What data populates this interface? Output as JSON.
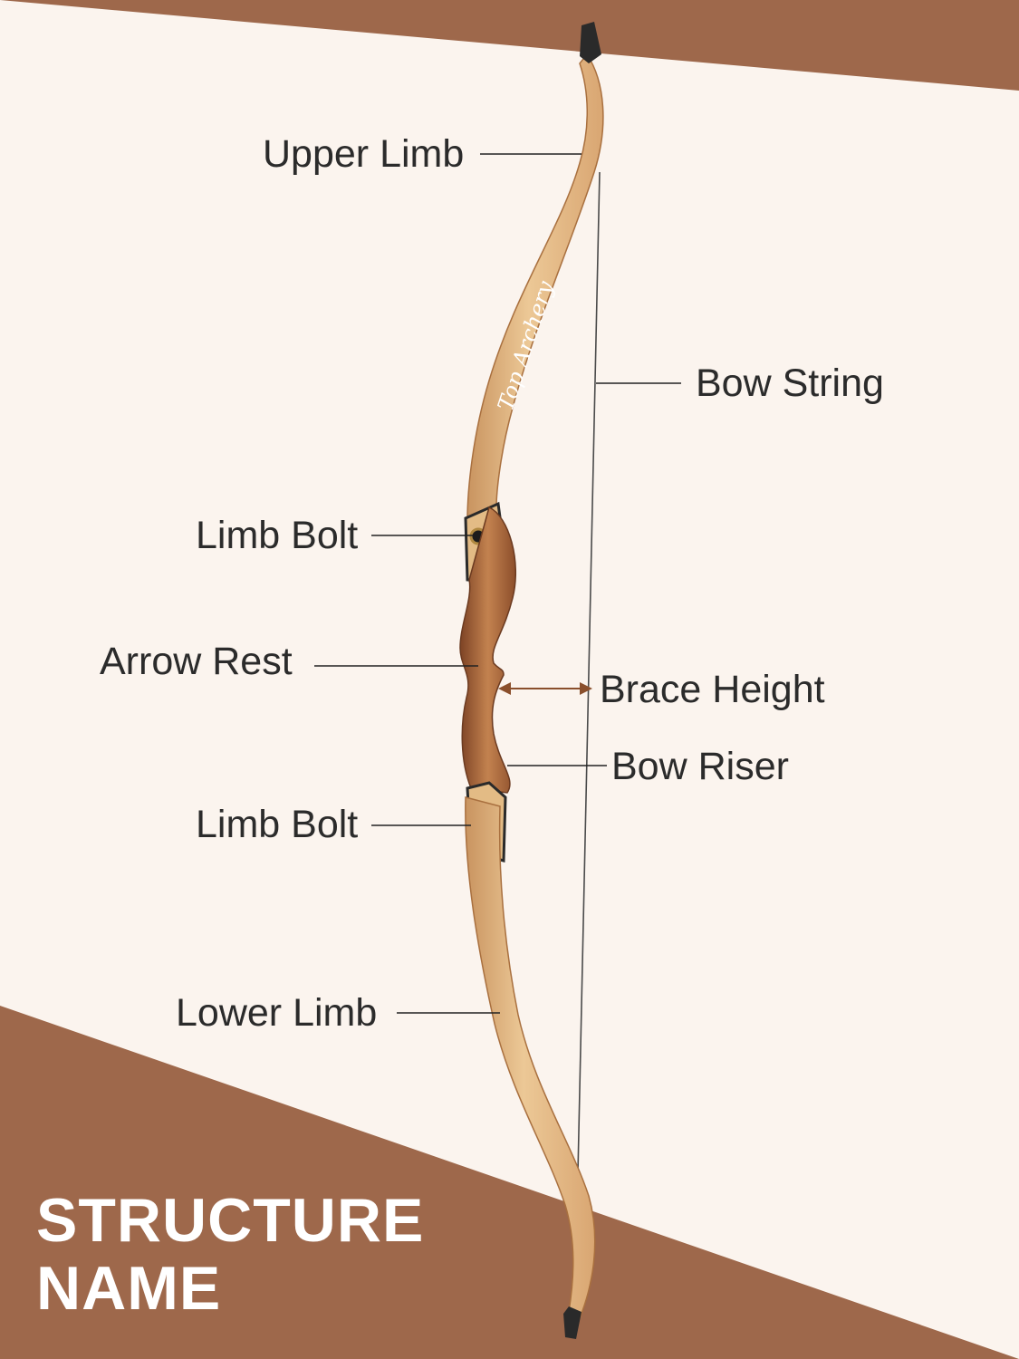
{
  "colors": {
    "background": "#fbf4ee",
    "accent_band": "#9e684b",
    "wood_light": "#e7bf8a",
    "wood_dark": "#b87d4c",
    "riser_dark": "#8a4f2c",
    "riser_light": "#c98a5a",
    "string": "#4a4a4a",
    "leader_line": "#222222",
    "title_text": "#ffffff"
  },
  "brand": "Top Archery",
  "labels": {
    "upper_limb": "Upper Limb",
    "bow_string": "Bow String",
    "limb_bolt_upper": "Limb Bolt",
    "arrow_rest": "Arrow Rest",
    "brace_height": "Brace Height",
    "bow_riser": "Bow Riser",
    "limb_bolt_lower": "Limb Bolt",
    "lower_limb": "Lower Limb"
  },
  "title": {
    "line1": "STRUCTURE",
    "line2": "NAME"
  }
}
